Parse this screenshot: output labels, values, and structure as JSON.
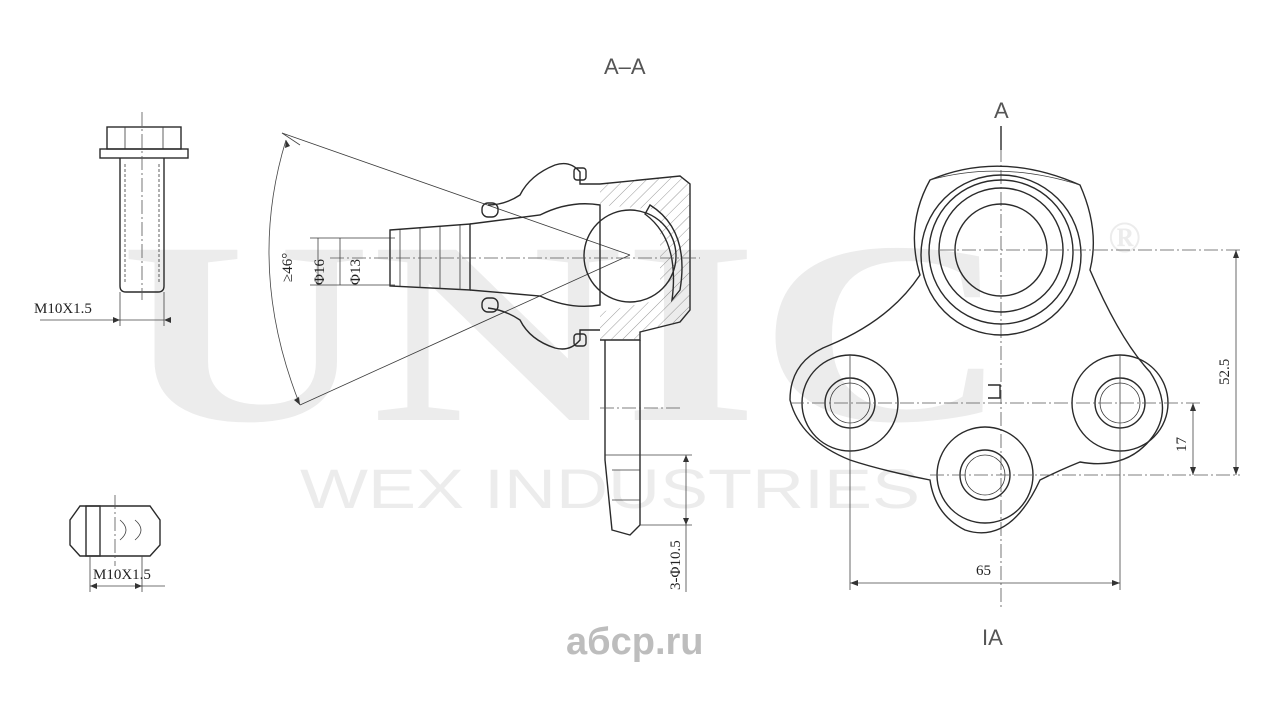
{
  "watermark": {
    "brand": "UNIC",
    "registered": "®",
    "company": "WEX INDUSTRIES"
  },
  "site_logo": "aбcp.ru",
  "section_label": "A–A",
  "section_marker_top": "A",
  "section_marker_bottom": "IA",
  "dimensions": {
    "bolt_thread": "M10X1.5",
    "nut_thread": "M10X1.5",
    "cone_angle": "≥46°",
    "stud_diameter_large": "Φ16",
    "stud_diameter_small": "Φ13",
    "holes": "3-Φ10.5",
    "height_total": "52.5",
    "height_lower": "17",
    "width": "65"
  }
}
